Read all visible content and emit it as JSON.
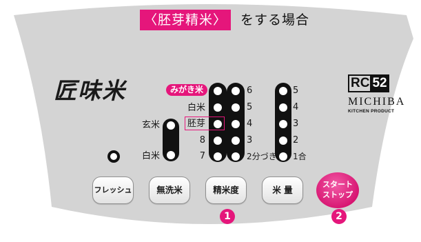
{
  "header": {
    "highlight": "〈胚芽精米〉",
    "suffix": "をする場合"
  },
  "brand": {
    "name": "匠味米"
  },
  "model": {
    "rc": "RC",
    "num": "52",
    "maker": "MICHIBA",
    "tagline": "KITCHEN PRODUCT"
  },
  "left_column": {
    "top_label": "玄米",
    "bottom_label": "白米"
  },
  "water_levels": {
    "left": {
      "badge": "みがき米",
      "rows": [
        "白米",
        "胚芽",
        "8",
        "7"
      ]
    },
    "middle": [
      "6",
      "5",
      "4",
      "3",
      "2分づき"
    ],
    "right": [
      "5",
      "4",
      "3",
      "2",
      "1合"
    ]
  },
  "buttons": {
    "refresh": "フレッシュ",
    "musenmai": "無洗米",
    "seimaido": "精米度",
    "beiryo": "米 量",
    "start_line1": "スタート",
    "start_line2": "ストップ"
  },
  "steps": {
    "one": "1",
    "two": "2"
  },
  "colors": {
    "accent": "#e5167b",
    "panel": "#d4d4d4",
    "ink": "#111111"
  }
}
